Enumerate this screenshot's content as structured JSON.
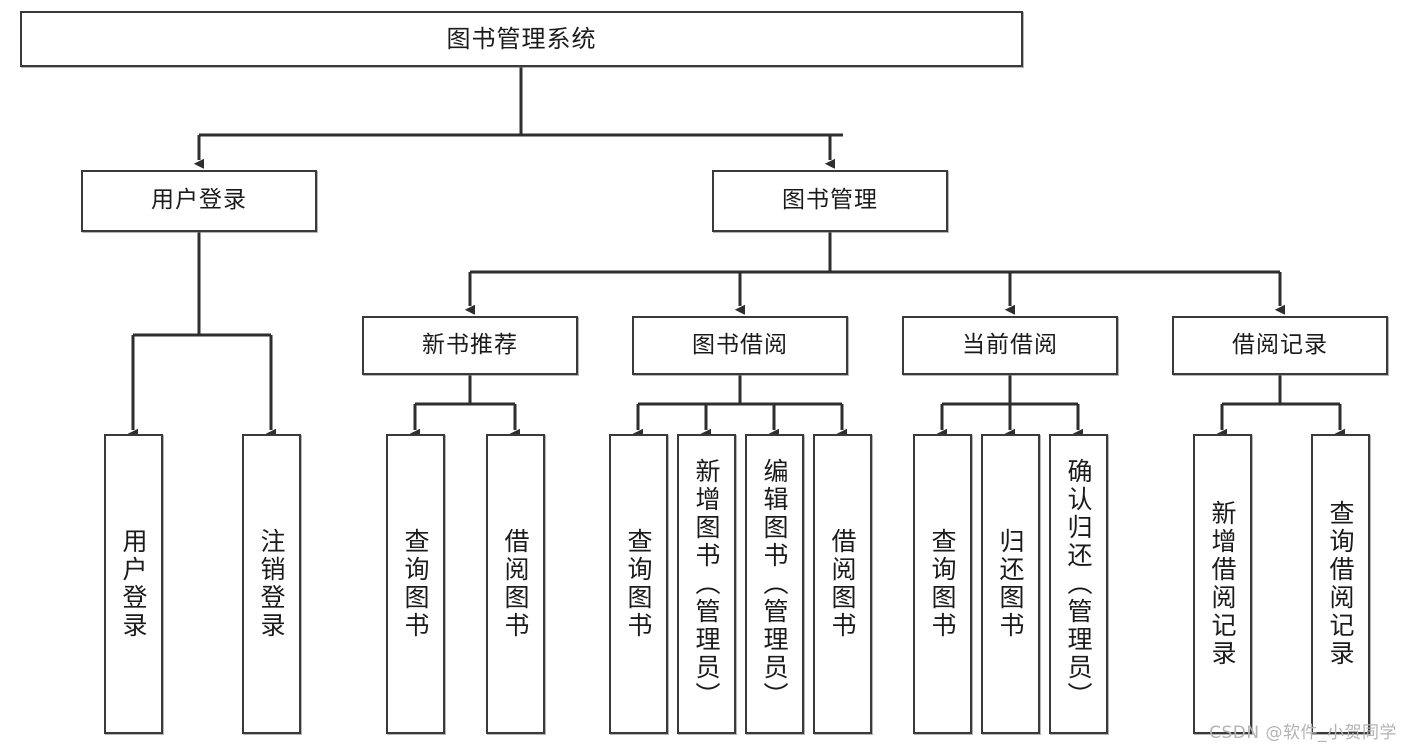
{
  "diagram": {
    "type": "tree-hierarchy",
    "title": "图书管理系统",
    "orientation": "top-down",
    "colors": {
      "box_border": "#3a3a3a",
      "box_fill": "#ffffff",
      "connector": "#2e2e2e",
      "text": "#1b1b1b",
      "watermark": "#b4b4b4"
    },
    "nodes": {
      "root": {
        "label": "图书管理系统",
        "level": 0
      },
      "level1": [
        {
          "id": "user-login",
          "label": "用户登录"
        },
        {
          "id": "book-manage",
          "label": "图书管理"
        }
      ],
      "level2": [
        {
          "id": "new-book-recommend",
          "label": "新书推荐",
          "parent": "book-manage"
        },
        {
          "id": "book-borrow",
          "label": "图书借阅",
          "parent": "book-manage"
        },
        {
          "id": "current-borrow",
          "label": "当前借阅",
          "parent": "book-manage"
        },
        {
          "id": "borrow-record",
          "label": "借阅记录",
          "parent": "book-manage"
        }
      ],
      "leaves": {
        "user-login": [
          {
            "id": "leaf-user-login",
            "label": "用户登录"
          },
          {
            "id": "leaf-user-logout",
            "label": "注销登录"
          }
        ],
        "new-book-recommend": [
          {
            "id": "leaf-query-book-1",
            "label": "查询图书"
          },
          {
            "id": "leaf-borrow-book-1",
            "label": "借阅图书"
          }
        ],
        "book-borrow": [
          {
            "id": "leaf-query-book-2",
            "label": "查询图书"
          },
          {
            "id": "leaf-add-book",
            "label": "新增图书（管理员）"
          },
          {
            "id": "leaf-edit-book",
            "label": "编辑图书（管理员）"
          },
          {
            "id": "leaf-borrow-book-2",
            "label": "借阅图书"
          }
        ],
        "current-borrow": [
          {
            "id": "leaf-query-book-3",
            "label": "查询图书"
          },
          {
            "id": "leaf-return-book",
            "label": "归还图书"
          },
          {
            "id": "leaf-confirm-return",
            "label": "确认归还（管理员）"
          }
        ],
        "borrow-record": [
          {
            "id": "leaf-add-record",
            "label": "新增借阅记录"
          },
          {
            "id": "leaf-query-record",
            "label": "查询借阅记录"
          }
        ]
      }
    }
  },
  "watermark": {
    "text": "CSDN @软件_小贺同学"
  }
}
